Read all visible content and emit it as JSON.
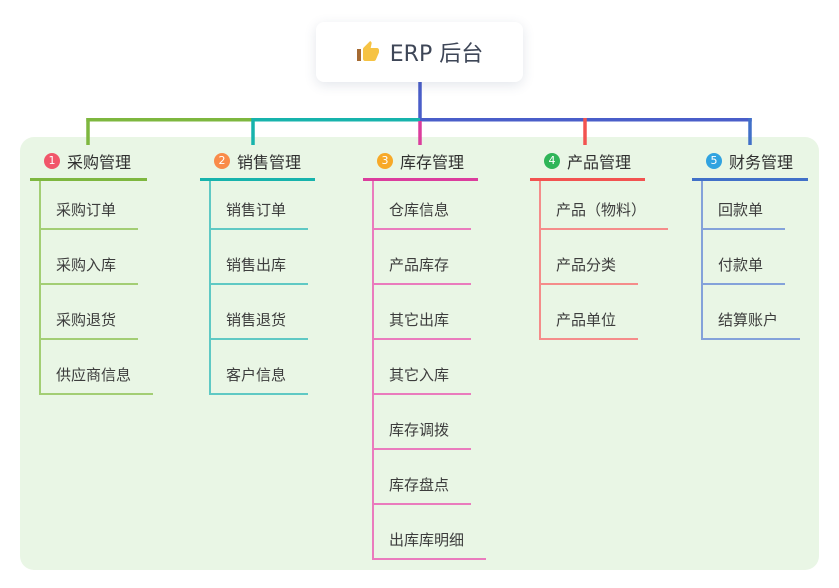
{
  "root": {
    "label": "ERP 后台",
    "icon": "thumbs-up-icon"
  },
  "colors": {
    "trunk": "#4A5EC9",
    "panel_bg": "#E9F6E5",
    "root_text": "#3E4657",
    "card_bg": "#FFFFFF"
  },
  "branches": [
    {
      "badge": "1",
      "label": "采购管理",
      "color": "#7EB73F",
      "light": "#A3CE74",
      "badge_color": "#F1566A",
      "children": [
        "采购订单",
        "采购入库",
        "采购退货",
        "供应商信息"
      ]
    },
    {
      "badge": "2",
      "label": "销售管理",
      "color": "#17B3AC",
      "light": "#5FC9C4",
      "badge_color": "#F98B4A",
      "children": [
        "销售订单",
        "销售出库",
        "销售退货",
        "客户信息"
      ]
    },
    {
      "badge": "3",
      "label": "库存管理",
      "color": "#DB3D9D",
      "light": "#EA7BBD",
      "badge_color": "#F7A928",
      "children": [
        "仓库信息",
        "产品库存",
        "其它出库",
        "其它入库",
        "库存调拨",
        "库存盘点",
        "出库库明细"
      ]
    },
    {
      "badge": "4",
      "label": "产品管理",
      "color": "#F25350",
      "light": "#F58C8A",
      "badge_color": "#2FB558",
      "children": [
        "产品（物料）",
        "产品分类",
        "产品单位"
      ]
    },
    {
      "badge": "5",
      "label": "财务管理",
      "color": "#4170C8",
      "light": "#84A2DA",
      "badge_color": "#31A3E0",
      "children": [
        "回款单",
        "付款单",
        "结算账户"
      ]
    }
  ]
}
